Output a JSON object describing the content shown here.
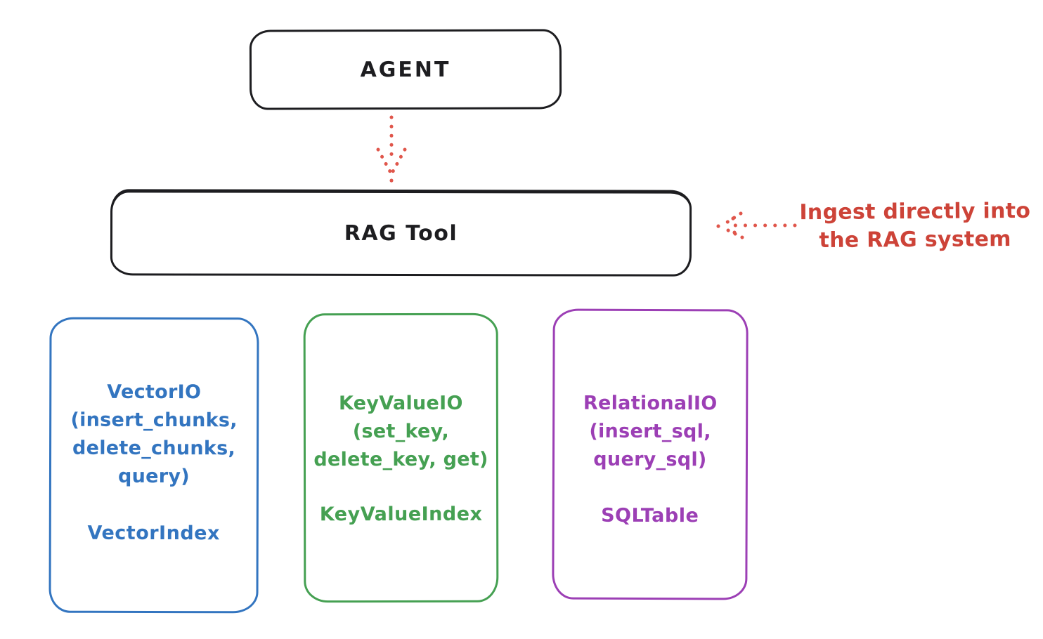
{
  "colors": {
    "background": "#ffffff",
    "ink": "#1d1d20",
    "red_text": "#cd4338",
    "red_arrow": "#e0564b",
    "blue": "#3375c0",
    "green": "#45a052",
    "purple": "#9c3fb5"
  },
  "agent": {
    "label": "AGENT"
  },
  "rag_tool": {
    "label": "RAG Tool"
  },
  "annotation": {
    "line1": "Ingest directly into",
    "line2": "the RAG system"
  },
  "arrows": {
    "agent_to_rag": {
      "style": "dotted",
      "direction": "down"
    },
    "ingest": {
      "style": "dotted",
      "direction": "left"
    }
  },
  "modules": [
    {
      "id": "vector-io",
      "lines": [
        "VectorIO",
        "(insert_chunks,",
        "delete_chunks,",
        "query)"
      ],
      "index_label": "VectorIndex"
    },
    {
      "id": "keyvalue-io",
      "lines": [
        "KeyValueIO",
        "(set_key,",
        "delete_key, get)"
      ],
      "index_label": "KeyValueIndex"
    },
    {
      "id": "relational-io",
      "lines": [
        "RelationalIO",
        "(insert_sql,",
        "query_sql)"
      ],
      "index_label": "SQLTable"
    }
  ]
}
